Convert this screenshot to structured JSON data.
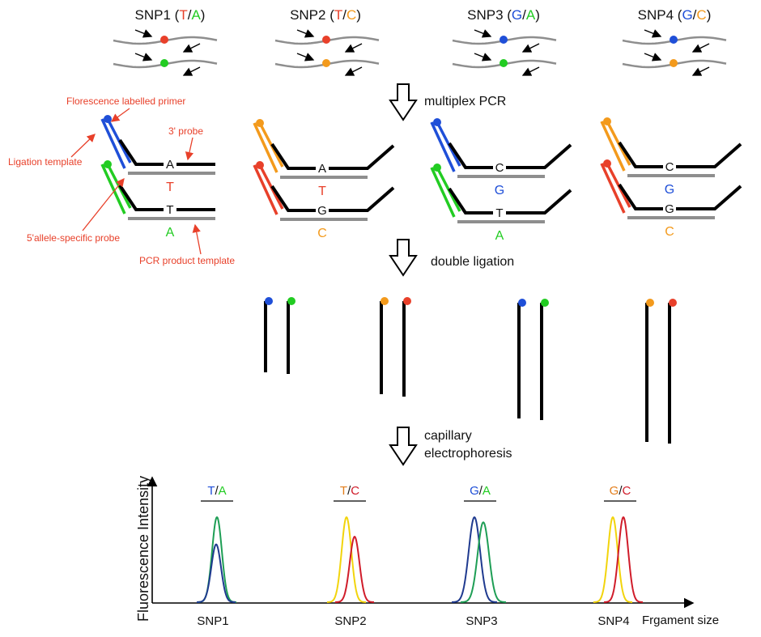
{
  "colors": {
    "T": "#e8402a",
    "A": "#22cc22",
    "C": "#f39a1c",
    "G": "#1f4fd8",
    "black": "#000000",
    "gray": "#8e8e8e",
    "annotation": "#e8402a",
    "peak_blue": "#1f3a8f",
    "peak_green": "#1e9e55",
    "peak_yellow": "#f2d40c",
    "peak_red": "#d01c2a",
    "peak_label_orange": "#e37e1c",
    "peak_label_green": "#22cc22",
    "peak_label_blue": "#1f4fd8"
  },
  "snps": [
    {
      "label_prefix": "SNP1 (",
      "allele1": "T",
      "sep": "/",
      "allele2": "A",
      "label_suffix": ")"
    },
    {
      "label_prefix": "SNP2 (",
      "allele1": "T",
      "sep": "/",
      "allele2": "C",
      "label_suffix": ")"
    },
    {
      "label_prefix": "SNP3 (",
      "allele1": "G",
      "sep": "/",
      "allele2": "A",
      "label_suffix": ")"
    },
    {
      "label_prefix": "SNP4 (",
      "allele1": "G",
      "sep": "/",
      "allele2": "C",
      "label_suffix": ")"
    }
  ],
  "steps": {
    "pcr": "multiplex PCR",
    "ligation": "double ligation",
    "ce_line1": "capillary",
    "ce_line2": "electrophoresis"
  },
  "annotations": {
    "primer": "Florescence labelled primer",
    "ligation_template": "Ligation template",
    "probe3": "3' probe",
    "probe5": "5'allele-specific probe",
    "pcr_template": "PCR product template"
  },
  "ligation_panels": [
    {
      "top_base": "A",
      "top_allele": "T",
      "bottom_base": "T",
      "bottom_allele": "A"
    },
    {
      "top_base": "A",
      "top_allele": "T",
      "bottom_base": "G",
      "bottom_allele": "C"
    },
    {
      "top_base": "C",
      "top_allele": "G",
      "bottom_base": "T",
      "bottom_allele": "A"
    },
    {
      "top_base": "C",
      "top_allele": "G",
      "bottom_base": "G",
      "bottom_allele": "C"
    }
  ],
  "electropherogram": {
    "ylabel": "Fluorescence Intensity",
    "xlabel": "Frgament size",
    "ticks": [
      "SNP1",
      "SNP2",
      "SNP3",
      "SNP4"
    ],
    "peak_labels": [
      {
        "a": "T",
        "sep": "/",
        "b": "A"
      },
      {
        "a": "T",
        "sep": "/",
        "b": "C"
      },
      {
        "a": "G",
        "sep": "/",
        "b": "A"
      },
      {
        "a": "G",
        "sep": "/",
        "b": "C"
      }
    ],
    "peaks": [
      {
        "name": "SNP1",
        "series": [
          {
            "color": "peak_green",
            "height": 1.0
          },
          {
            "color": "peak_blue",
            "height": 0.68
          }
        ]
      },
      {
        "name": "SNP2",
        "series": [
          {
            "color": "peak_yellow",
            "height": 1.0
          },
          {
            "color": "peak_red",
            "height": 0.77
          }
        ]
      },
      {
        "name": "SNP3",
        "series": [
          {
            "color": "peak_blue",
            "height": 1.0
          },
          {
            "color": "peak_green",
            "height": 0.94
          }
        ]
      },
      {
        "name": "SNP4",
        "series": [
          {
            "color": "peak_yellow",
            "height": 1.0
          },
          {
            "color": "peak_red",
            "height": 1.0
          }
        ]
      }
    ]
  }
}
